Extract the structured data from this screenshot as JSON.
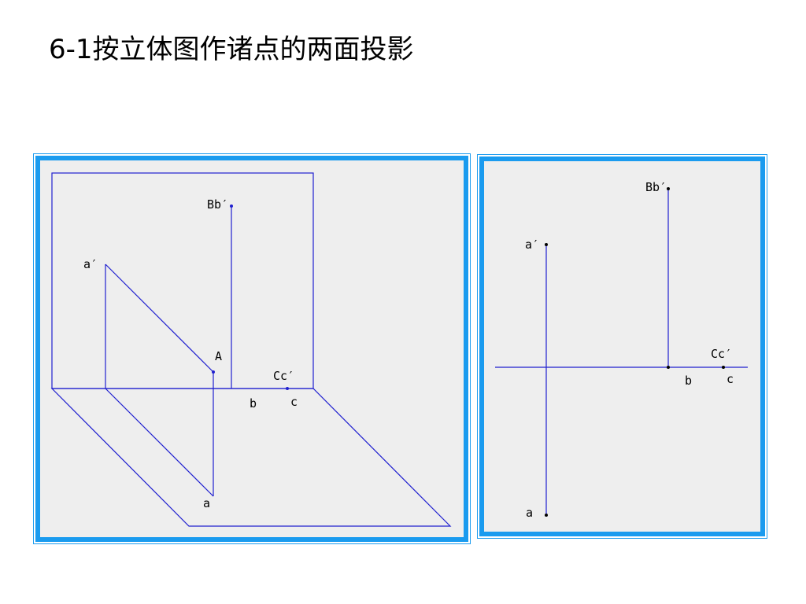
{
  "slide": {
    "title": "6-1按立体图作诸点的两面投影"
  },
  "colors": {
    "frame_border": "#1a9bef",
    "frame_fill": "#eeeeee",
    "line": "#1f1fcf",
    "point": "#000000"
  },
  "pictorial_view": {
    "labels": {
      "a_prime": "a′",
      "b_prime": "Bb′",
      "A": "A",
      "c_prime": "Cc′",
      "b": "b",
      "c": "c",
      "a": "a"
    }
  },
  "projection_view": {
    "labels": {
      "b_prime": "Bb′",
      "a_prime": "a′",
      "c_prime": "Cc′",
      "b": "b",
      "c": "c",
      "a": "a"
    }
  }
}
